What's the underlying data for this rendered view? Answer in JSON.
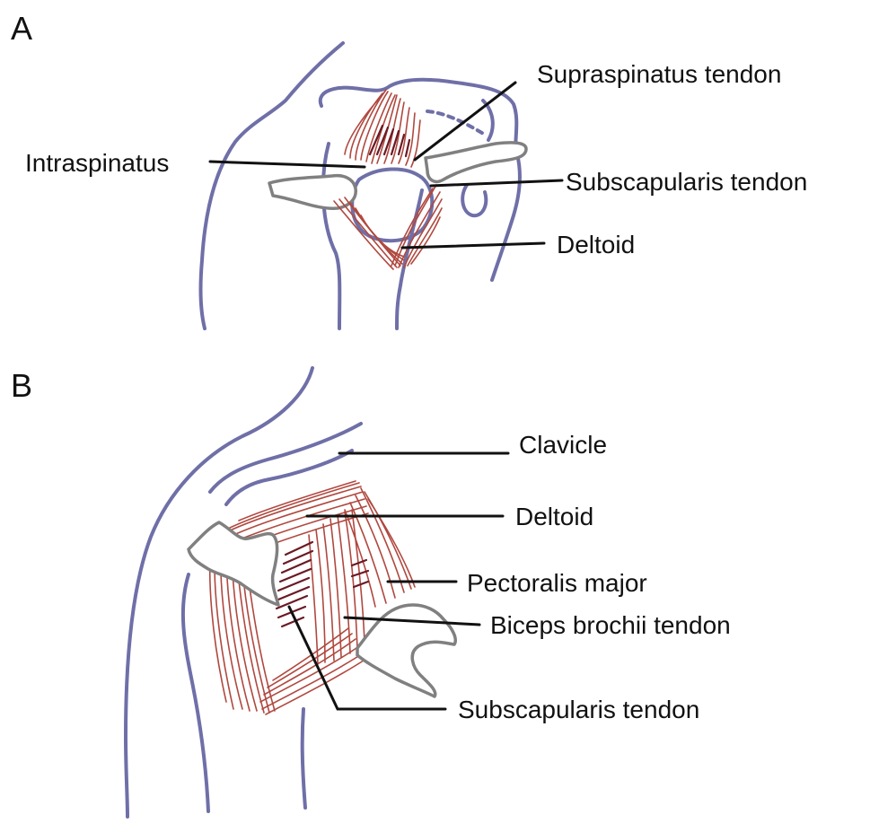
{
  "panels": {
    "a": {
      "letter": "A",
      "labels": {
        "supraspinatus": "Supraspinatus tendon",
        "intraspinatus": "Intraspinatus",
        "subscapularis": "Subscapularis tendon",
        "deltoid": "Deltoid"
      }
    },
    "b": {
      "letter": "B",
      "labels": {
        "clavicle": "Clavicle",
        "deltoid": "Deltoid",
        "pectoralis": "Pectoralis major",
        "biceps": "Biceps brochii tendon",
        "subscapularis": "Subscapularis tendon"
      }
    }
  },
  "colors": {
    "outline": "#6f6fa8",
    "muscle": "#b0483f",
    "muscle_dark": "#6b1a24",
    "bone_stroke": "#808080",
    "bone_fill": "#ffffff",
    "leader": "#111111"
  }
}
